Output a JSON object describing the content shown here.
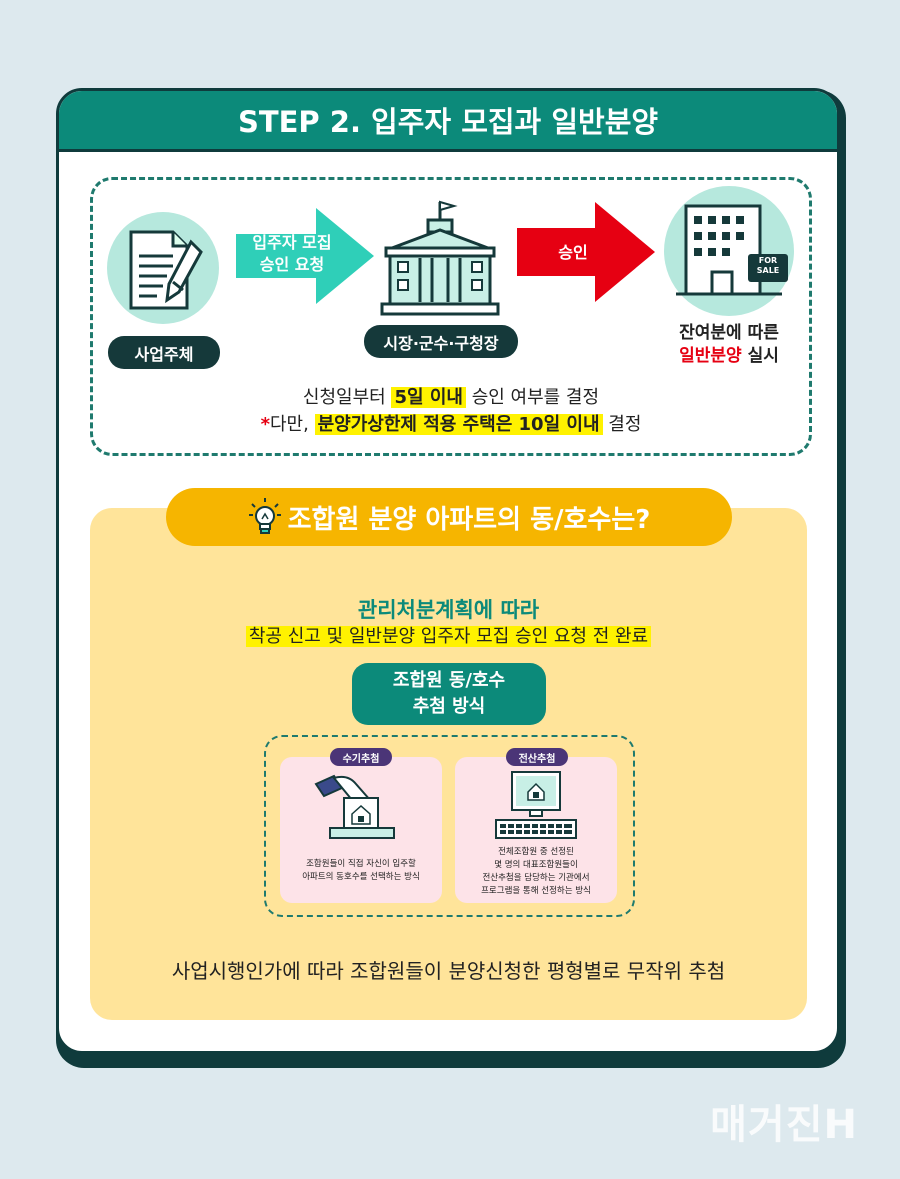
{
  "header": {
    "title": "STEP 2. 입주자 모집과 일반분양"
  },
  "flow": {
    "actor_label": "사업주체",
    "request_arrow_label": "입주자 모집\n승인 요청",
    "authority_label": "시장·군수·구청장",
    "approve_arrow_label": "승인",
    "building_sign": "FOR\nSALE",
    "result_line1": "잔여분에 따른",
    "result_highlight": "일반분양",
    "result_suffix": "실시",
    "note1_prefix": "신청일부터",
    "note1_highlight": "5일 이내",
    "note1_suffix": "승인 여부를 결정",
    "note2_star": "*",
    "note2_prefix": "다만,",
    "note2_highlight": "분양가상한제 적용 주택은 10일 이내",
    "note2_suffix": "결정"
  },
  "section2": {
    "question": "조합원 분양 아파트의 동/호수는?",
    "plan_title": "관리처분계획에 따라",
    "plan_highlight": "착공 신고 및 일반분양 입주자 모집 승인 요청 전 완료",
    "method_line1": "조합원 동/호수",
    "method_line2": "추첨 방식",
    "manual_tag": "수기추첨",
    "manual_desc": "조합원들이 직접 자신이 입주할\n아파트의 동호수를 선택하는 방식",
    "computer_tag": "전산추첨",
    "computer_desc": "전체조합원 중 선정된\n몇 명의 대표조합원들이\n전산추첨을 담당하는 기관에서\n프로그램을 통해 선정하는 방식",
    "bottom": "사업시행인가에 따라 조합원들이 분양신청한 평형별로 무작위 추첨"
  },
  "colors": {
    "teal": "#0c8a7a",
    "dark": "#15393a",
    "red": "#e60012",
    "yellow": "#fff200",
    "orange": "#f6b500",
    "panel": "#ffe49a"
  },
  "icons": [
    "document-pencil-icon",
    "government-building-icon",
    "apartment-for-sale-icon",
    "lightbulb-icon",
    "ballot-box-icon",
    "computer-keyboard-icon"
  ],
  "watermark": "매거진H"
}
